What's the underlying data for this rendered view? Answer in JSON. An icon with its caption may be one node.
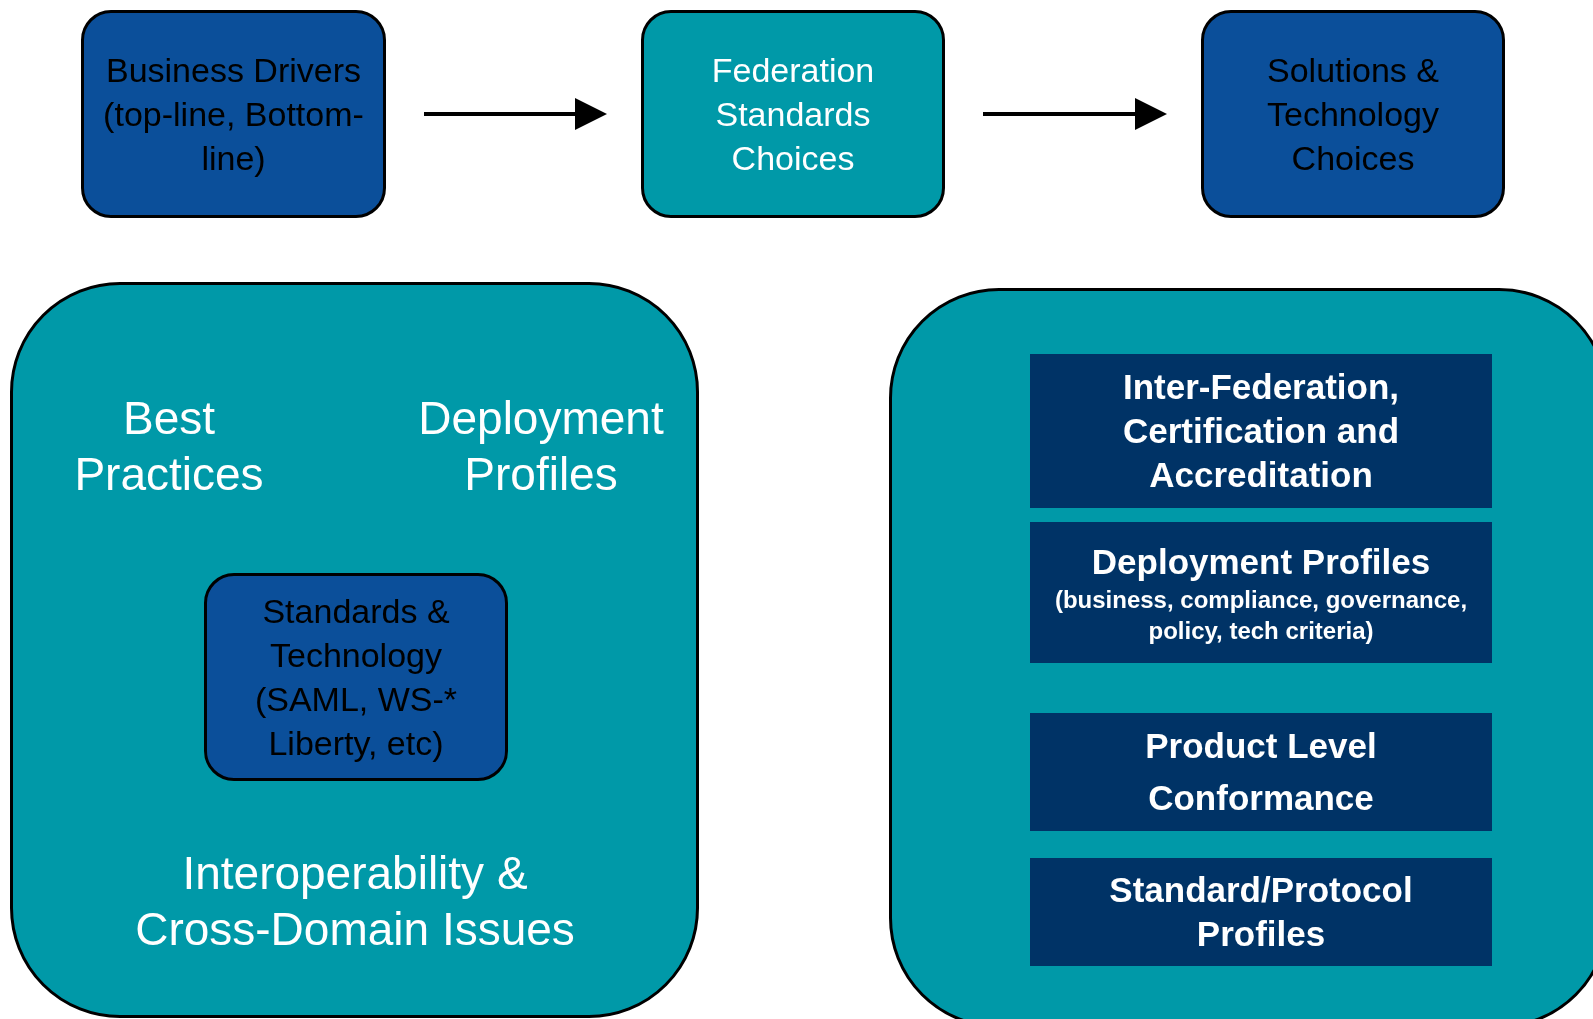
{
  "diagram": {
    "nodes": [
      {
        "text": [
          "Business Drivers (top-line, Bottom-line)"
        ]
      },
      {
        "text": [
          "Federation Standards Choices"
        ]
      },
      {
        "text": [
          "Solutions & Technology Choices"
        ]
      },
      {
        "text": [
          "Best Practices",
          "Deployment Profiles",
          "Interoperability & Cross-Domain Issues"
        ]
      },
      {
        "text": [
          "Standards & Technology (SAML, WS-* Liberty, etc)"
        ],
        "in": 3
      },
      {
        "text": [],
        "shape": "box"
      },
      {
        "text": [
          "Inter-Federation, Certification and Accreditation"
        ],
        "in": 5
      },
      {
        "text": [
          "Deployment Profiles",
          "(business, compliance, governance, policy, tech criteria)"
        ],
        "in": 5
      },
      {
        "text": [
          "Product Level Conformance"
        ],
        "in": 5
      },
      {
        "text": [
          "Standard/Protocol Profiles"
        ],
        "in": 5
      }
    ],
    "edges": [
      {
        "from": 0,
        "to": 1,
        "arrow": "to"
      },
      {
        "from": 1,
        "to": 2,
        "arrow": "to"
      }
    ]
  }
}
